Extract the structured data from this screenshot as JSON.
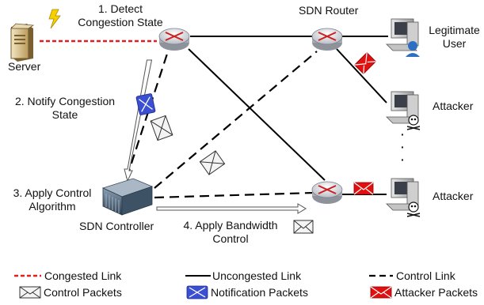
{
  "labels": {
    "step1": [
      "1. Detect",
      "Congestion State"
    ],
    "step2": [
      "2. Notify Congestion",
      "State"
    ],
    "step3": [
      "3. Apply Control",
      "Algorithm"
    ],
    "step4": [
      "4. Apply Bandwidth",
      "Control"
    ],
    "server": "Server",
    "sdn_router": "SDN Router",
    "sdn_controller": "SDN Controller",
    "legitimate_user": [
      "Legitimate",
      "User"
    ],
    "attacker_top": "Attacker",
    "attacker_bottom": "Attacker",
    "dots": [
      "·",
      "·",
      "·"
    ]
  },
  "legend": {
    "congested_link": "Congested Link",
    "uncongested_link": "Uncongested Link",
    "control_link": "Control Link",
    "control_packets": "Control Packets",
    "notification_packets": "Notification Packets",
    "attacker_packets": "Attacker Packets"
  },
  "colors": {
    "congested": "#e02020",
    "router_red": "#cc1f1f",
    "notification": "#3a4fd1",
    "attacker_packet": "#e01010"
  }
}
